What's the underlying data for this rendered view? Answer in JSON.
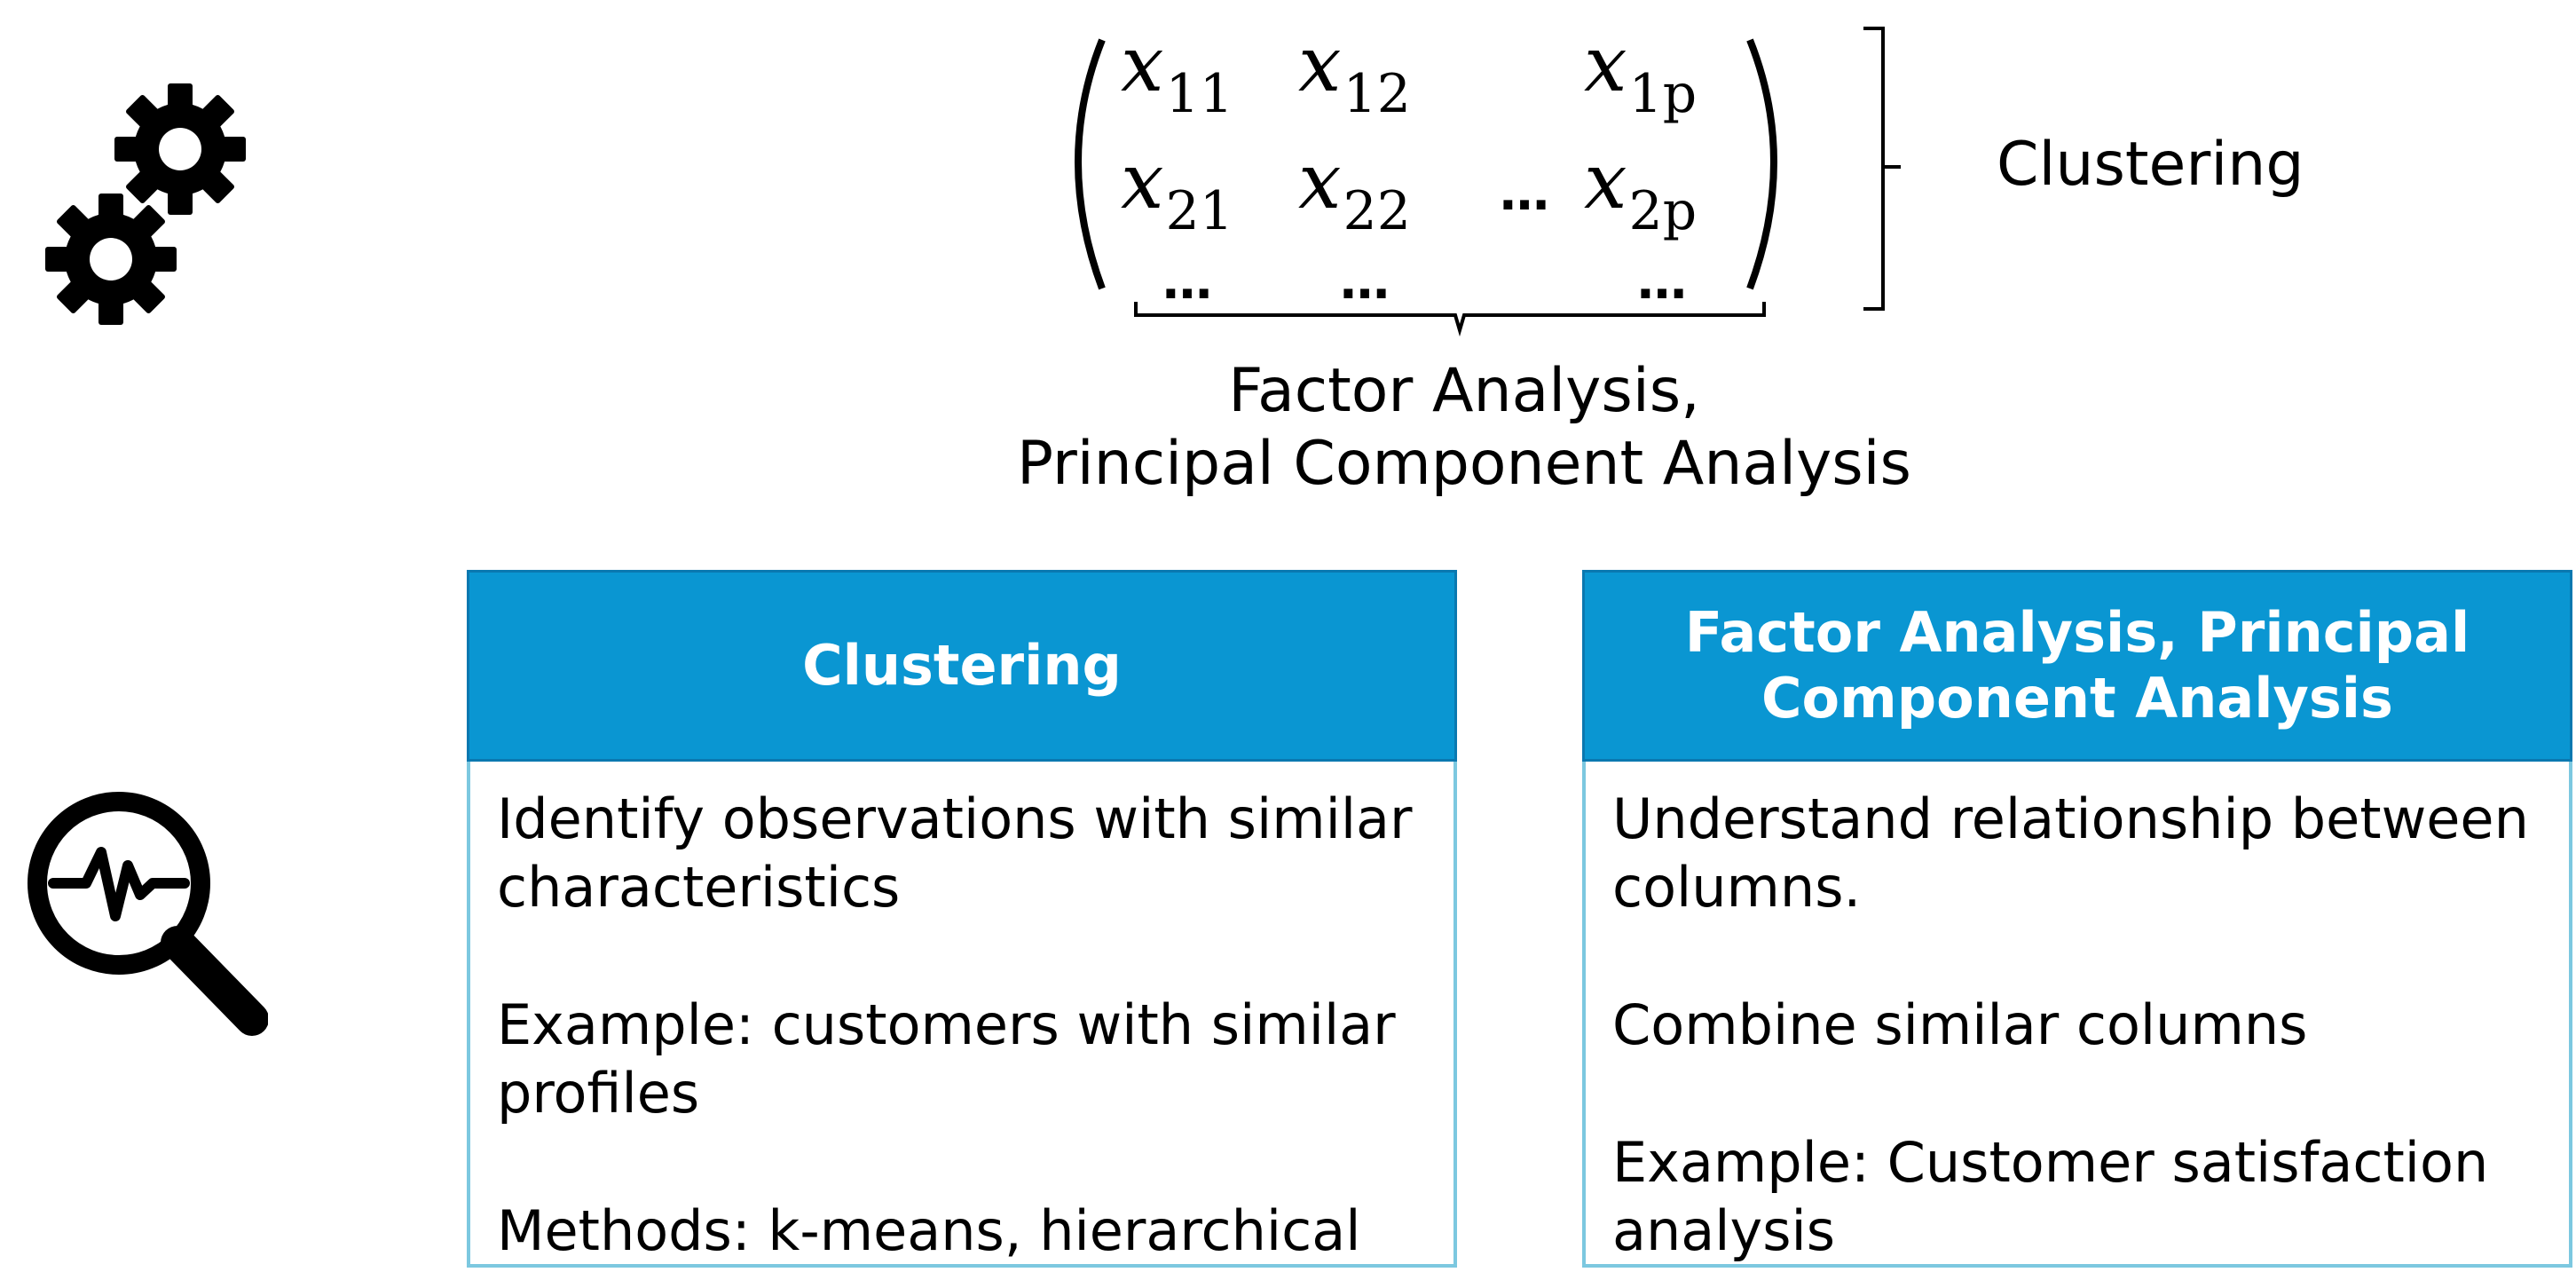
{
  "icons": {
    "gears": "gears-icon",
    "search": "magnifier-pulse-icon"
  },
  "matrix": {
    "row1": [
      {
        "var": "x",
        "sub": "11"
      },
      {
        "var": "x",
        "sub": "12"
      },
      {
        "var": "x",
        "sub": "1p"
      }
    ],
    "row2": [
      {
        "var": "x",
        "sub": "21"
      },
      {
        "var": "x",
        "sub": "22"
      },
      {
        "var": "x",
        "sub": "2p"
      }
    ],
    "ellipsis": "…"
  },
  "labels": {
    "clustering": "Clustering",
    "factor_line1": "Factor Analysis,",
    "factor_line2": "Principal Component Analysis"
  },
  "cards": {
    "clustering": {
      "title": "Clustering",
      "paragraphs": [
        "Identify observations with similar characteristics",
        "Example: customers with similar profiles",
        "Methods: k-means, hierarchical"
      ]
    },
    "factor": {
      "title_line1": "Factor Analysis, Principal",
      "title_line2": "Component Analysis",
      "paragraphs": [
        "Understand relationship between columns.",
        "Combine similar columns",
        "Example: Customer satisfaction analysis"
      ]
    }
  },
  "colors": {
    "header_bg": "#0a96d2",
    "card_border": "#7cc8e0"
  }
}
